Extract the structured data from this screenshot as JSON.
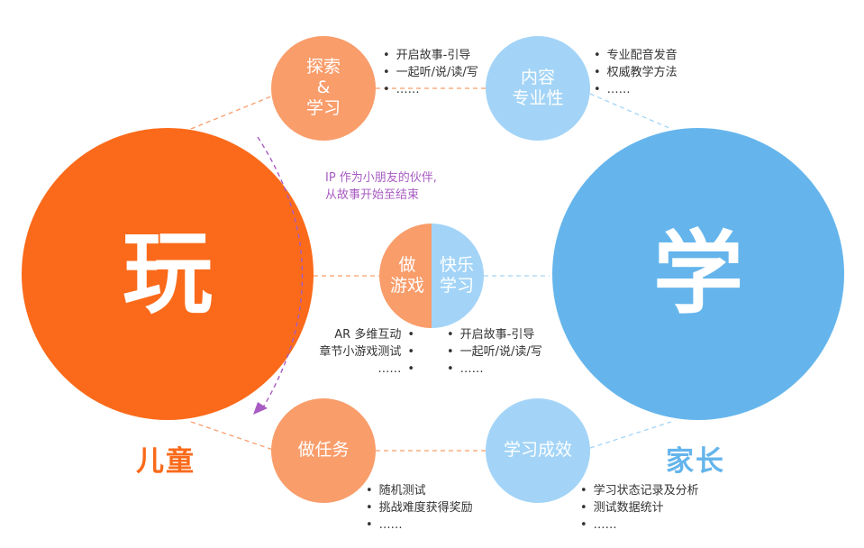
{
  "colors": {
    "orange_dark": "#fa6a1a",
    "orange_light": "#f99d6b",
    "blue_dark": "#65b5ec",
    "blue_light": "#a3d4f7",
    "purple": "#a85bc2",
    "text": "#333333"
  },
  "play": {
    "char": "玩",
    "caption": "儿童"
  },
  "learn": {
    "char": "学",
    "caption": "家长"
  },
  "explore": {
    "lines": [
      "探索",
      "&",
      "学习"
    ],
    "bullets": [
      "开启故事-引导",
      "一起听/说/读/写",
      "……"
    ]
  },
  "content": {
    "lines": [
      "内容",
      "专业性"
    ],
    "bullets": [
      "专业配音发音",
      "权威教学方法",
      "……"
    ]
  },
  "center": {
    "left_lines": [
      "做",
      "游戏"
    ],
    "right_lines": [
      "快乐",
      "学习"
    ],
    "bullets_left": [
      "AR 多维互动",
      "章节小游戏测试",
      "……"
    ],
    "bullets_right": [
      "开启故事-引导",
      "一起听/说/读/写",
      "……"
    ]
  },
  "task": {
    "label": "做任务",
    "bullets": [
      "随机测试",
      "挑战难度获得奖励",
      "……"
    ]
  },
  "result": {
    "label": "学习成效",
    "bullets": [
      "学习状态记录及分析",
      "测试数据统计",
      "……"
    ]
  },
  "ip_note": [
    "IP 作为小朋友的伙伴,",
    "从故事开始至结束"
  ]
}
